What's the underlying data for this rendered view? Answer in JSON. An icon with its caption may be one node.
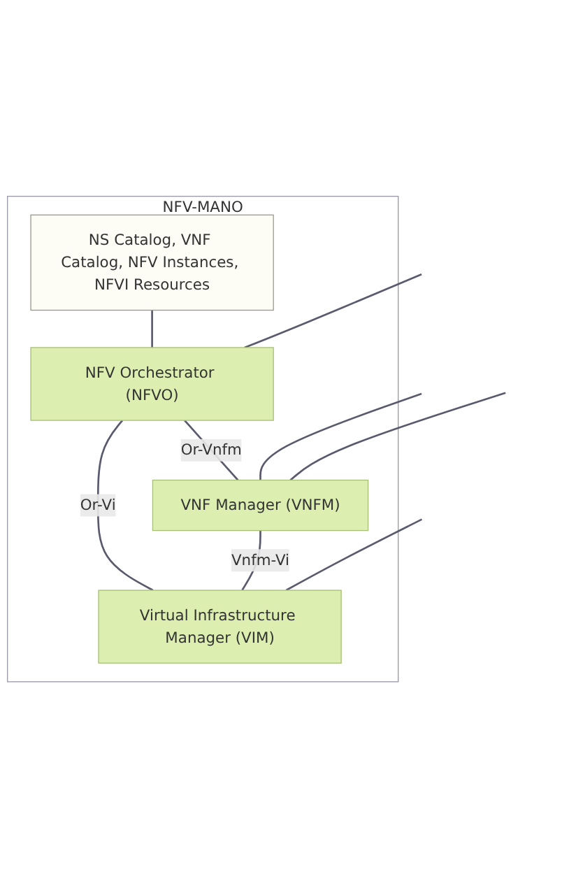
{
  "diagram": {
    "nodes": [
      {
        "text": [
          "NFV-MANO"
        ]
      },
      {
        "text": [
          "NS Catalog, VNF Catalog, NFV Instances, NFVI Resources"
        ],
        "in": 0
      },
      {
        "text": [
          "NFV Orchestrator (NFVO)"
        ],
        "in": 0
      },
      {
        "text": [
          "VNF Manager (VNFM)"
        ],
        "in": 0
      },
      {
        "text": [
          "Virtual Infrastructure Manager (VIM)"
        ],
        "in": 0
      }
    ],
    "edges": [
      {
        "from": 1,
        "to": 2,
        "arrow": "none"
      },
      {
        "from": 2,
        "to": 3,
        "arrow": "none",
        "label": "Or-Vnfm"
      },
      {
        "from": 3,
        "to": 4,
        "arrow": "none",
        "label": "Vnfm-Vi"
      },
      {
        "from": 2,
        "to": 4,
        "arrow": "none",
        "label": "Or-Vi"
      },
      {
        "from": null,
        "to": 2,
        "arrow": "none"
      },
      {
        "from": null,
        "to": 3,
        "arrow": "none"
      },
      {
        "from": null,
        "to": 3,
        "arrow": "none"
      },
      {
        "from": null,
        "to": 4,
        "arrow": "none"
      }
    ]
  }
}
